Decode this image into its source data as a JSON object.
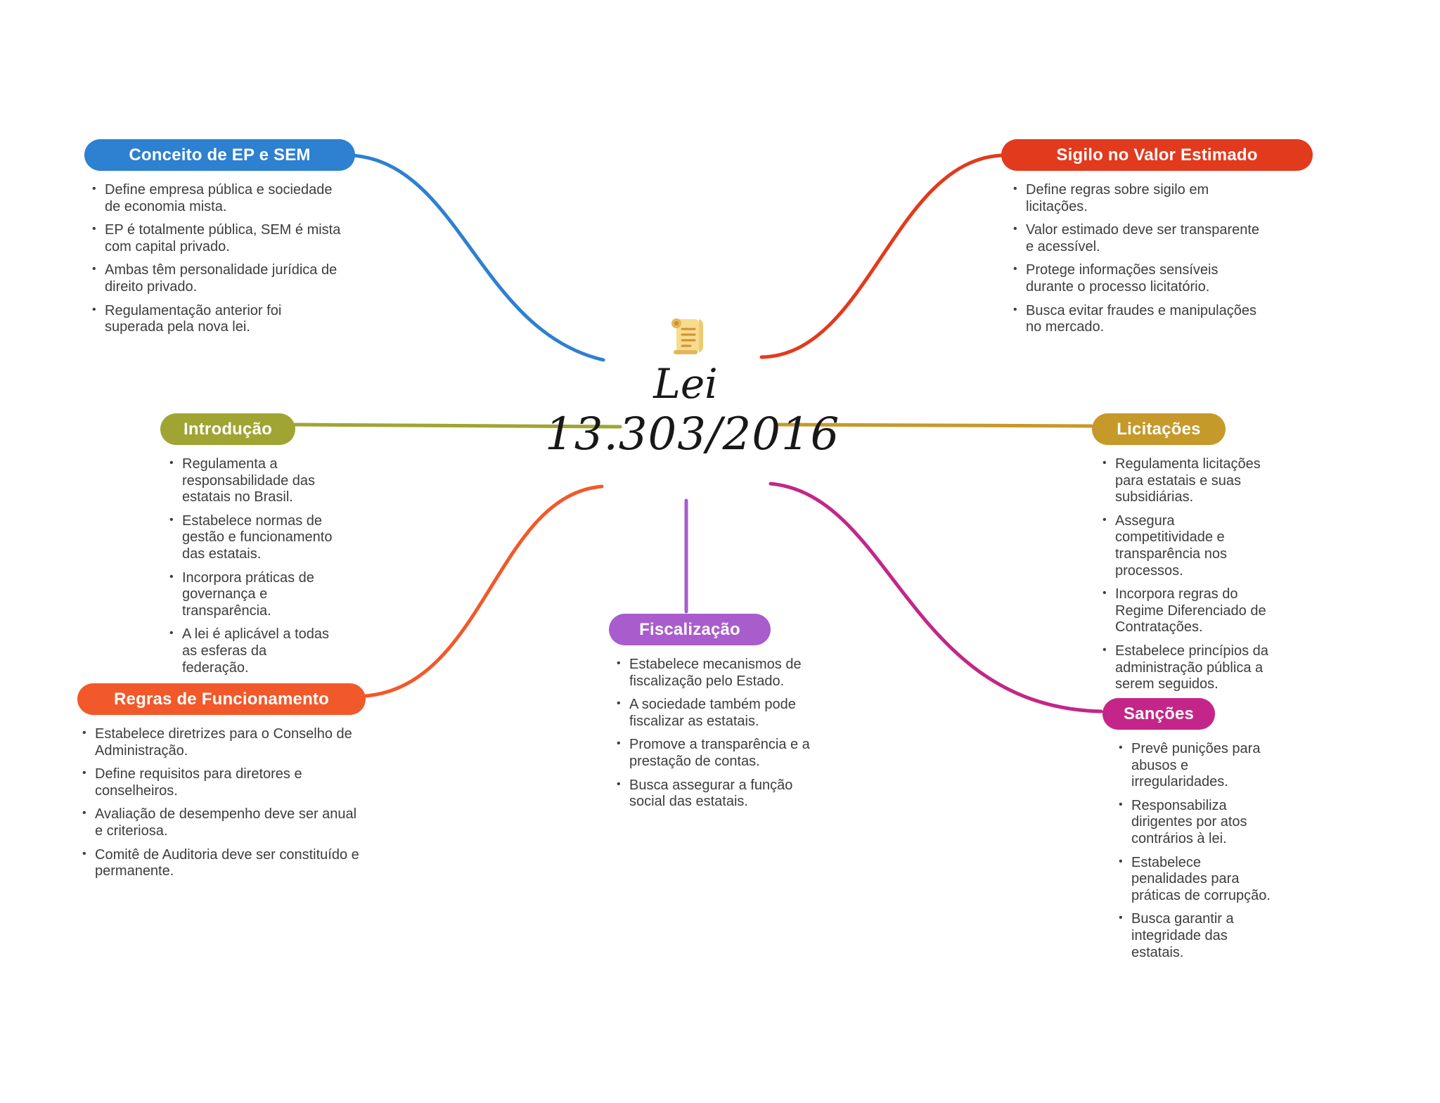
{
  "center": {
    "icon": "scroll-icon",
    "title_line1": "Lei",
    "title_line2": "13.303/2016"
  },
  "text_color": "#3d3d3d",
  "branches": [
    {
      "id": "conceito",
      "label": "Conceito de EP e SEM",
      "color": "#2e80d0",
      "bullets": [
        "Define empresa pública e sociedade de economia mista.",
        "EP é totalmente pública, SEM é mista com capital privado.",
        "Ambas têm personalidade jurídica de direito privado.",
        "Regulamentação anterior foi superada pela nova lei."
      ]
    },
    {
      "id": "sigilo",
      "label": "Sigilo no Valor Estimado",
      "color": "#e23a1d",
      "bullets": [
        "Define regras sobre sigilo em licitações.",
        "Valor estimado deve ser transparente e acessível.",
        "Protege informações sensíveis durante o processo licitatório.",
        "Busca evitar fraudes e manipulações no mercado."
      ]
    },
    {
      "id": "introducao",
      "label": "Introdução",
      "color": "#a0a433",
      "bullets": [
        "Regulamenta a responsabilidade das estatais no Brasil.",
        "Estabelece normas de gestão e funcionamento das estatais.",
        "Incorpora práticas de governança e transparência.",
        "A lei é aplicável a todas as esferas da federação."
      ]
    },
    {
      "id": "licitacoes",
      "label": "Licitações",
      "color": "#c6992b",
      "bullets": [
        "Regulamenta licitações para estatais e suas subsidiárias.",
        "Assegura competitividade e transparência nos processos.",
        "Incorpora regras do Regime Diferenciado de Contratações.",
        "Estabelece princípios da administração pública a serem seguidos."
      ]
    },
    {
      "id": "regras",
      "label": "Regras de Funcionamento",
      "color": "#f1592a",
      "bullets": [
        "Estabelece diretrizes para o Conselho de Administração.",
        "Define requisitos para diretores e conselheiros.",
        "Avaliação de desempenho deve ser anual e criteriosa.",
        "Comitê de Auditoria deve ser constituído e permanente."
      ]
    },
    {
      "id": "fiscalizacao",
      "label": "Fiscalização",
      "color": "#a95ccb",
      "bullets": [
        "Estabelece mecanismos de fiscalização pelo Estado.",
        "A sociedade também pode fiscalizar as estatais.",
        "Promove a transparência e a prestação de contas.",
        "Busca assegurar a função social das estatais."
      ]
    },
    {
      "id": "sancoes",
      "label": "Sanções",
      "color": "#c32688",
      "bullets": [
        "Prevê punições para abusos e irregularidades.",
        "Responsabiliza dirigentes por atos contrários à lei.",
        "Estabelece penalidades para práticas de corrupção.",
        "Busca garantir a integridade das estatais."
      ]
    }
  ]
}
